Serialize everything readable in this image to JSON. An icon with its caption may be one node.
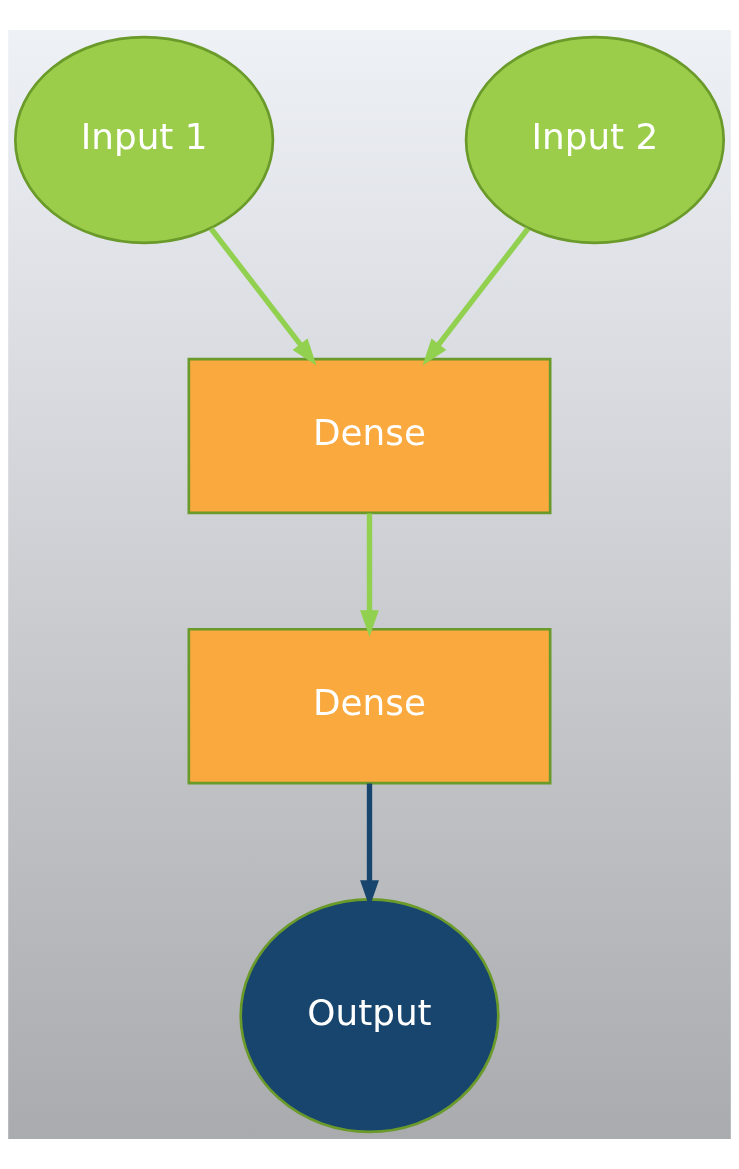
{
  "diagram": {
    "nodes": [
      {
        "text": [
          "Input 1"
        ]
      },
      {
        "text": [
          "Input 2"
        ]
      },
      {
        "text": [
          "Dense"
        ]
      },
      {
        "text": [
          "Dense"
        ]
      },
      {
        "text": [
          "Output"
        ]
      }
    ],
    "edges": [
      {
        "from": 0,
        "to": 2,
        "arrow": "to"
      },
      {
        "from": 1,
        "to": 2,
        "arrow": "to"
      },
      {
        "from": 2,
        "to": 3,
        "arrow": "to"
      },
      {
        "from": 3,
        "to": 4,
        "arrow": "to",
        "color": "#17456e"
      }
    ]
  }
}
